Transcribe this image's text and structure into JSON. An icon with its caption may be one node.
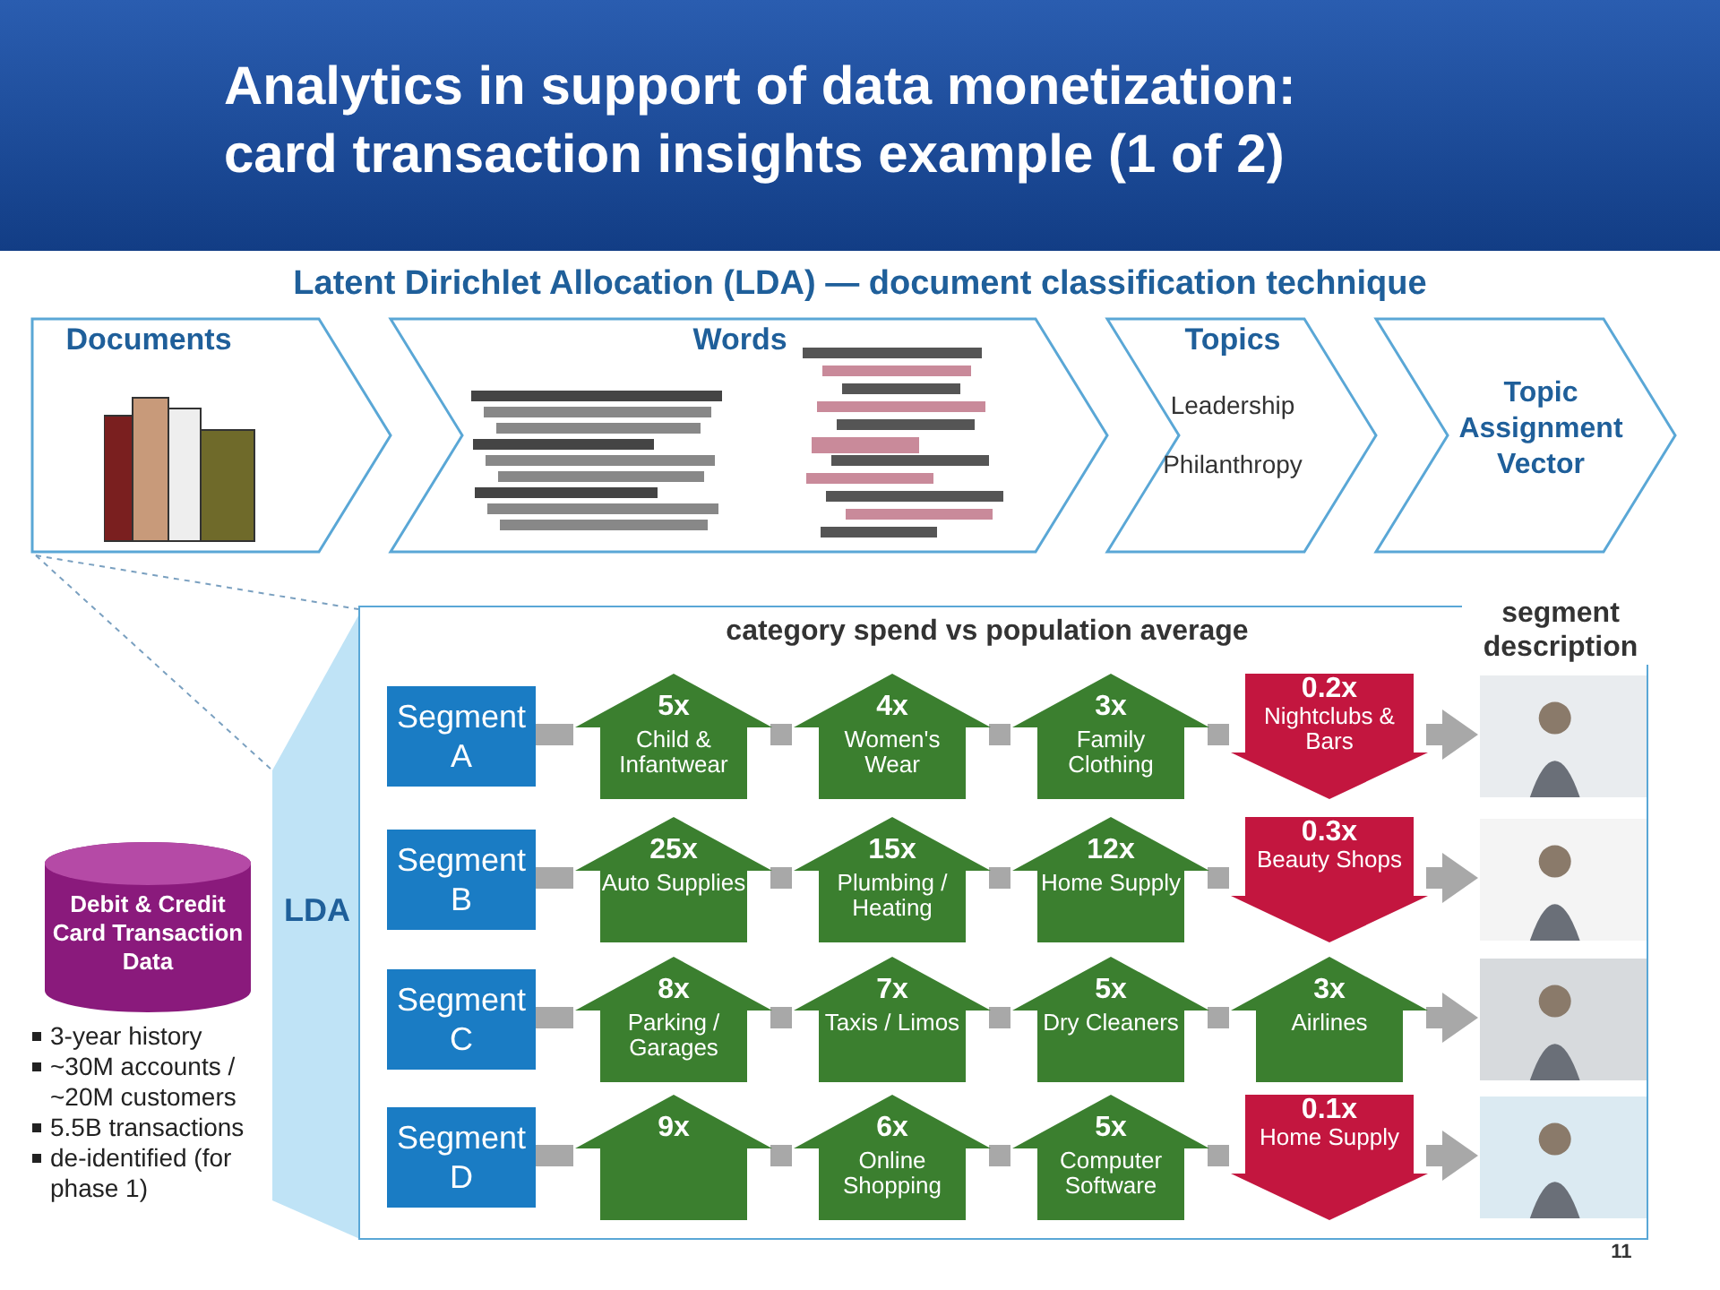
{
  "diagram": {
    "title": "Analytics in support of data monetization: card transaction insights example (1 of 2)",
    "nodes": [
      {
        "text": [
          "Documents"
        ]
      },
      {
        "text": [
          "Words"
        ]
      },
      {
        "text": [
          "Topics",
          "Leadership",
          "Philanthropy"
        ]
      },
      {
        "text": [
          "Topic Assignment Vector"
        ]
      },
      {
        "text": [
          "Debit & Credit Card Transaction Data"
        ]
      },
      {
        "text": [
          "LDA"
        ]
      },
      {
        "text": [
          "category spend vs population average",
          "segment description"
        ]
      },
      {
        "text": [
          "Segment A"
        ],
        "in": 6
      },
      {
        "text": [
          "5x",
          "Child & Infantwear"
        ],
        "in": 6
      },
      {
        "text": [
          "4x",
          "Women's Wear"
        ],
        "in": 6
      },
      {
        "text": [
          "3x",
          "Family Clothing"
        ],
        "in": 6
      },
      {
        "text": [
          "0.2x",
          "Nightclubs & Bars"
        ],
        "in": 6
      },
      {
        "text": [],
        "shape": "picture",
        "in": 6
      },
      {
        "text": [
          "Segment B"
        ],
        "in": 6
      },
      {
        "text": [
          "25x",
          "Auto Supplies"
        ],
        "in": 6
      },
      {
        "text": [
          "15x",
          "Plumbing / Heating"
        ],
        "in": 6
      },
      {
        "text": [
          "12x",
          "Home Supply"
        ],
        "in": 6
      },
      {
        "text": [
          "0.3x",
          "Beauty Shops"
        ],
        "in": 6
      },
      {
        "text": [],
        "shape": "picture",
        "in": 6
      },
      {
        "text": [
          "Segment C"
        ],
        "in": 6
      },
      {
        "text": [
          "8x",
          "Parking / Garages"
        ],
        "in": 6
      },
      {
        "text": [
          "7x",
          "Taxis / Limos"
        ],
        "in": 6
      },
      {
        "text": [
          "5x",
          "Dry Cleaners"
        ],
        "in": 6
      },
      {
        "text": [
          "3x",
          "Airlines"
        ],
        "in": 6
      },
      {
        "text": [],
        "shape": "picture",
        "in": 6
      },
      {
        "text": [
          "Segment D"
        ],
        "in": 6
      },
      {
        "text": [
          "9x"
        ],
        "in": 6
      },
      {
        "text": [
          "6x",
          "Online Shopping"
        ],
        "in": 6
      },
      {
        "text": [
          "5x",
          "Computer Software"
        ],
        "in": 6
      },
      {
        "text": [
          "0.1x",
          "Home Supply"
        ],
        "in": 6
      },
      {
        "text": [],
        "shape": "picture",
        "in": 6
      }
    ],
    "edges": [
      {
        "from": 7,
        "to": 8,
        "arrow": "none"
      },
      {
        "from": 8,
        "to": 9,
        "arrow": "none"
      },
      {
        "from": 9,
        "to": 10,
        "arrow": "none"
      },
      {
        "from": 10,
        "to": 11,
        "arrow": "none"
      },
      {
        "from": 11,
        "to": 12,
        "arrow": "to"
      },
      {
        "from": 13,
        "to": 14,
        "arrow": "none"
      },
      {
        "from": 14,
        "to": 15,
        "arrow": "none"
      },
      {
        "from": 15,
        "to": 16,
        "arrow": "none"
      },
      {
        "from": 16,
        "to": 17,
        "arrow": "none"
      },
      {
        "from": 17,
        "to": 18,
        "arrow": "to"
      },
      {
        "from": 19,
        "to": 20,
        "arrow": "none"
      },
      {
        "from": 20,
        "to": 21,
        "arrow": "none"
      },
      {
        "from": 21,
        "to": 22,
        "arrow": "none"
      },
      {
        "from": 22,
        "to": 23,
        "arrow": "none"
      },
      {
        "from": 23,
        "to": 24,
        "arrow": "to"
      },
      {
        "from": 25,
        "to": 26,
        "arrow": "none"
      },
      {
        "from": 26,
        "to": 27,
        "arrow": "none"
      },
      {
        "from": 27,
        "to": 28,
        "arrow": "none"
      },
      {
        "from": 28,
        "to": 29,
        "arrow": "none"
      },
      {
        "from": 29,
        "to": 30,
        "arrow": "to"
      }
    ],
    "labels": [
      "Latent Dirichlet Allocation (LDA) — document classification technique",
      "3-year history",
      "~30M accounts / ~20M customers",
      "5.5B transactions",
      "de-identified (for phase 1)",
      "11"
    ]
  }
}
